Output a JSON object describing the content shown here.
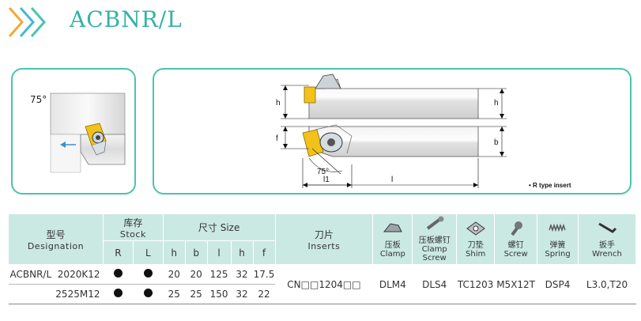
{
  "header": {
    "title": "ACBNR/L"
  },
  "figure_left": {
    "angle": "75°"
  },
  "figure_right": {
    "dims": {
      "h_left_top": "h",
      "f_left": "f",
      "h_right": "h",
      "b_right": "b",
      "angle": "75°",
      "l1": "l1",
      "l": "l"
    },
    "note": "• R type insert"
  },
  "table": {
    "designation": {
      "cn": "型号",
      "en": "Designation"
    },
    "stock": {
      "cn": "库存",
      "en": "Stock",
      "r": "R",
      "l": "L"
    },
    "size": {
      "label": "尺寸 Size",
      "cols": [
        "h",
        "b",
        "l",
        "h",
        "f"
      ]
    },
    "inserts": {
      "cn": "刀片",
      "en": "Inserts"
    },
    "clamp": {
      "cn": "压板",
      "en": "Clamp"
    },
    "clamp_screw": {
      "cn": "压板螺钉",
      "en": "Clamp Screw"
    },
    "shim": {
      "cn": "刀垫",
      "en": "Shim"
    },
    "screw": {
      "cn": "螺钉",
      "en": "Screw"
    },
    "spring": {
      "cn": "弹簧",
      "en": "Spring"
    },
    "wrench": {
      "cn": "扳手",
      "en": "Wrench"
    },
    "rows": [
      {
        "prefix": "ACBNR/L",
        "code": "2020K12",
        "h": "20",
        "b": "20",
        "l": "125",
        "h1": "32",
        "f": "17.5"
      },
      {
        "prefix": "",
        "code": "2525M12",
        "h": "25",
        "b": "25",
        "l": "150",
        "h1": "32",
        "f": "22"
      }
    ],
    "shared": {
      "insert": "CN□□1204□□",
      "clamp": "DLM4",
      "clamp_screw": "DLS4",
      "shim": "TC1203",
      "screw": "M5X12T",
      "spring": "DSP4",
      "wrench": "L3.0,T20"
    }
  }
}
